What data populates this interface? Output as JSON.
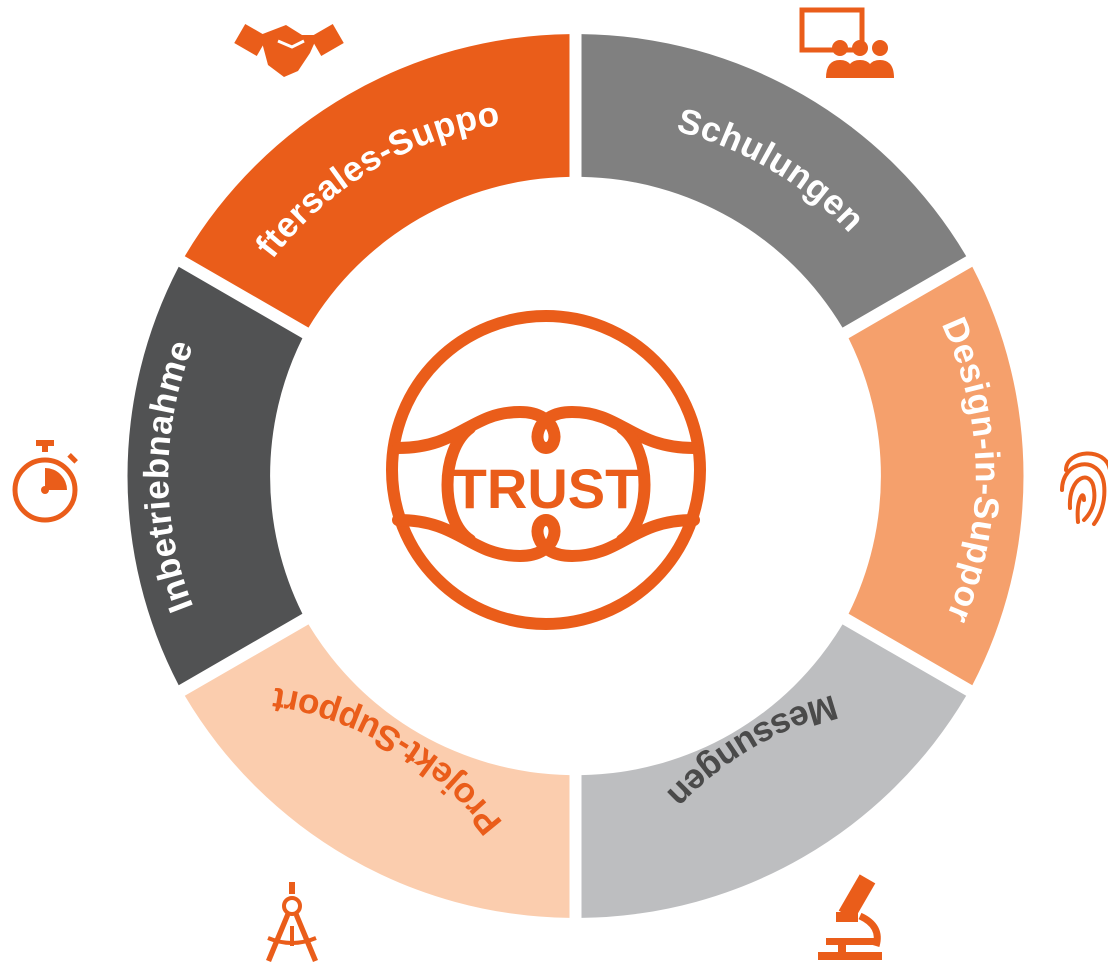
{
  "center": {
    "label": "TRUST",
    "color": "#EA5D1A"
  },
  "segments": [
    {
      "label": "Schulungen",
      "fill": "#808080",
      "text_color": "#FFFFFF",
      "icon": "presentation-icon"
    },
    {
      "label": "Design-in-Support",
      "fill": "#F5A06C",
      "text_color": "#FFFFFF",
      "icon": "fingerprint-icon"
    },
    {
      "label": "Messungen",
      "fill": "#BDBEC0",
      "text_color": "#4A4A4A",
      "icon": "microscope-icon"
    },
    {
      "label": "Projekt-Support",
      "fill": "#FBCDAE",
      "text_color": "#EA5D1A",
      "icon": "compass-icon"
    },
    {
      "label": "Inbetriebnahme",
      "fill": "#515253",
      "text_color": "#FFFFFF",
      "icon": "stopwatch-icon"
    },
    {
      "label": "Aftersales-Support",
      "fill": "#EA5D1A",
      "text_color": "#FFFFFF",
      "icon": "handshake-icon"
    }
  ],
  "icon_color": "#EA5D1A"
}
